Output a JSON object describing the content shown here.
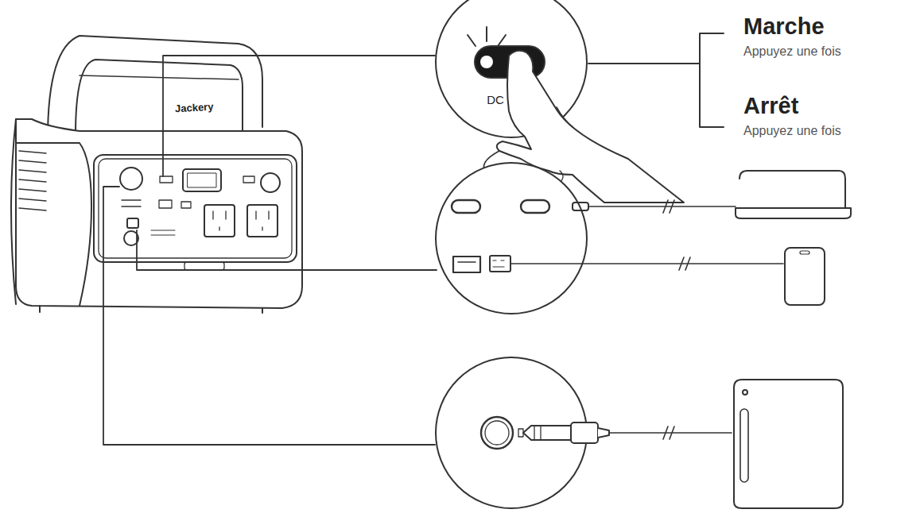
{
  "diagram": {
    "nodes": [
      {
        "text": [
          "DC"
        ]
      }
    ],
    "labels": [
      "Jackery",
      "Marche",
      "Appuyez une fois",
      "Arrêt",
      "Appuyez une fois"
    ]
  }
}
